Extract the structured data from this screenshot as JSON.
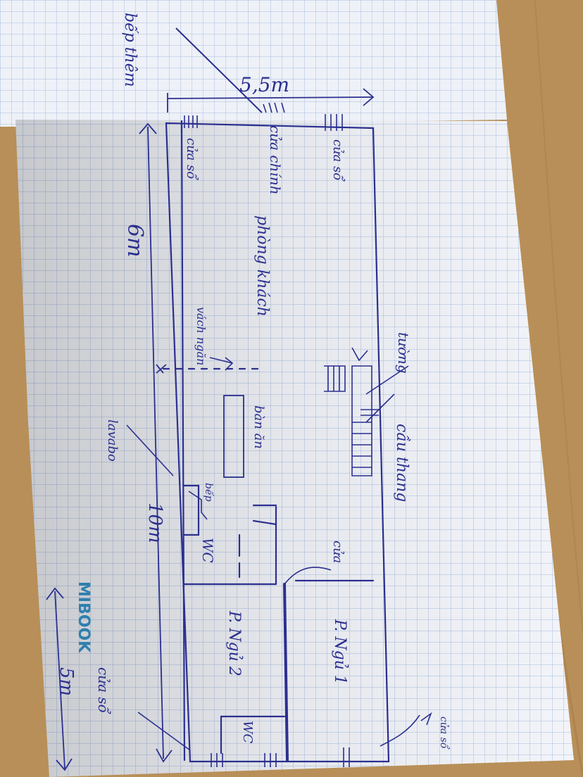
{
  "dimensions": {
    "top": "5,5m",
    "left": "6m",
    "side": "10m",
    "bottom": "5m"
  },
  "labels": {
    "back_extension": "bếp thêm",
    "main_door": "cửa chính",
    "window_top_left": "cửa sổ",
    "window_top_right": "cửa sổ",
    "living_room": "phòng khách",
    "partition": "vách ngăn",
    "wall": "tường",
    "stairs": "cầu thang",
    "dining_table": "bàn ăn",
    "kitchen": "bếp",
    "lavabo": "lavabo",
    "wc_1": "WC",
    "door_bedroom": "cửa",
    "bedroom_1": "P. Ngủ 1",
    "bedroom_2": "P. Ngủ 2",
    "wc_2": "WC",
    "window_bottom": "cửa sổ",
    "window_right": "cửa sổ"
  },
  "brand": {
    "name": "MIBOOK"
  },
  "colors": {
    "ink": "#2b2f8f",
    "grid": "#9fb3d9",
    "paper": "#f2f4f9",
    "wood": "#b88f58",
    "brand": "#2f7fae"
  }
}
